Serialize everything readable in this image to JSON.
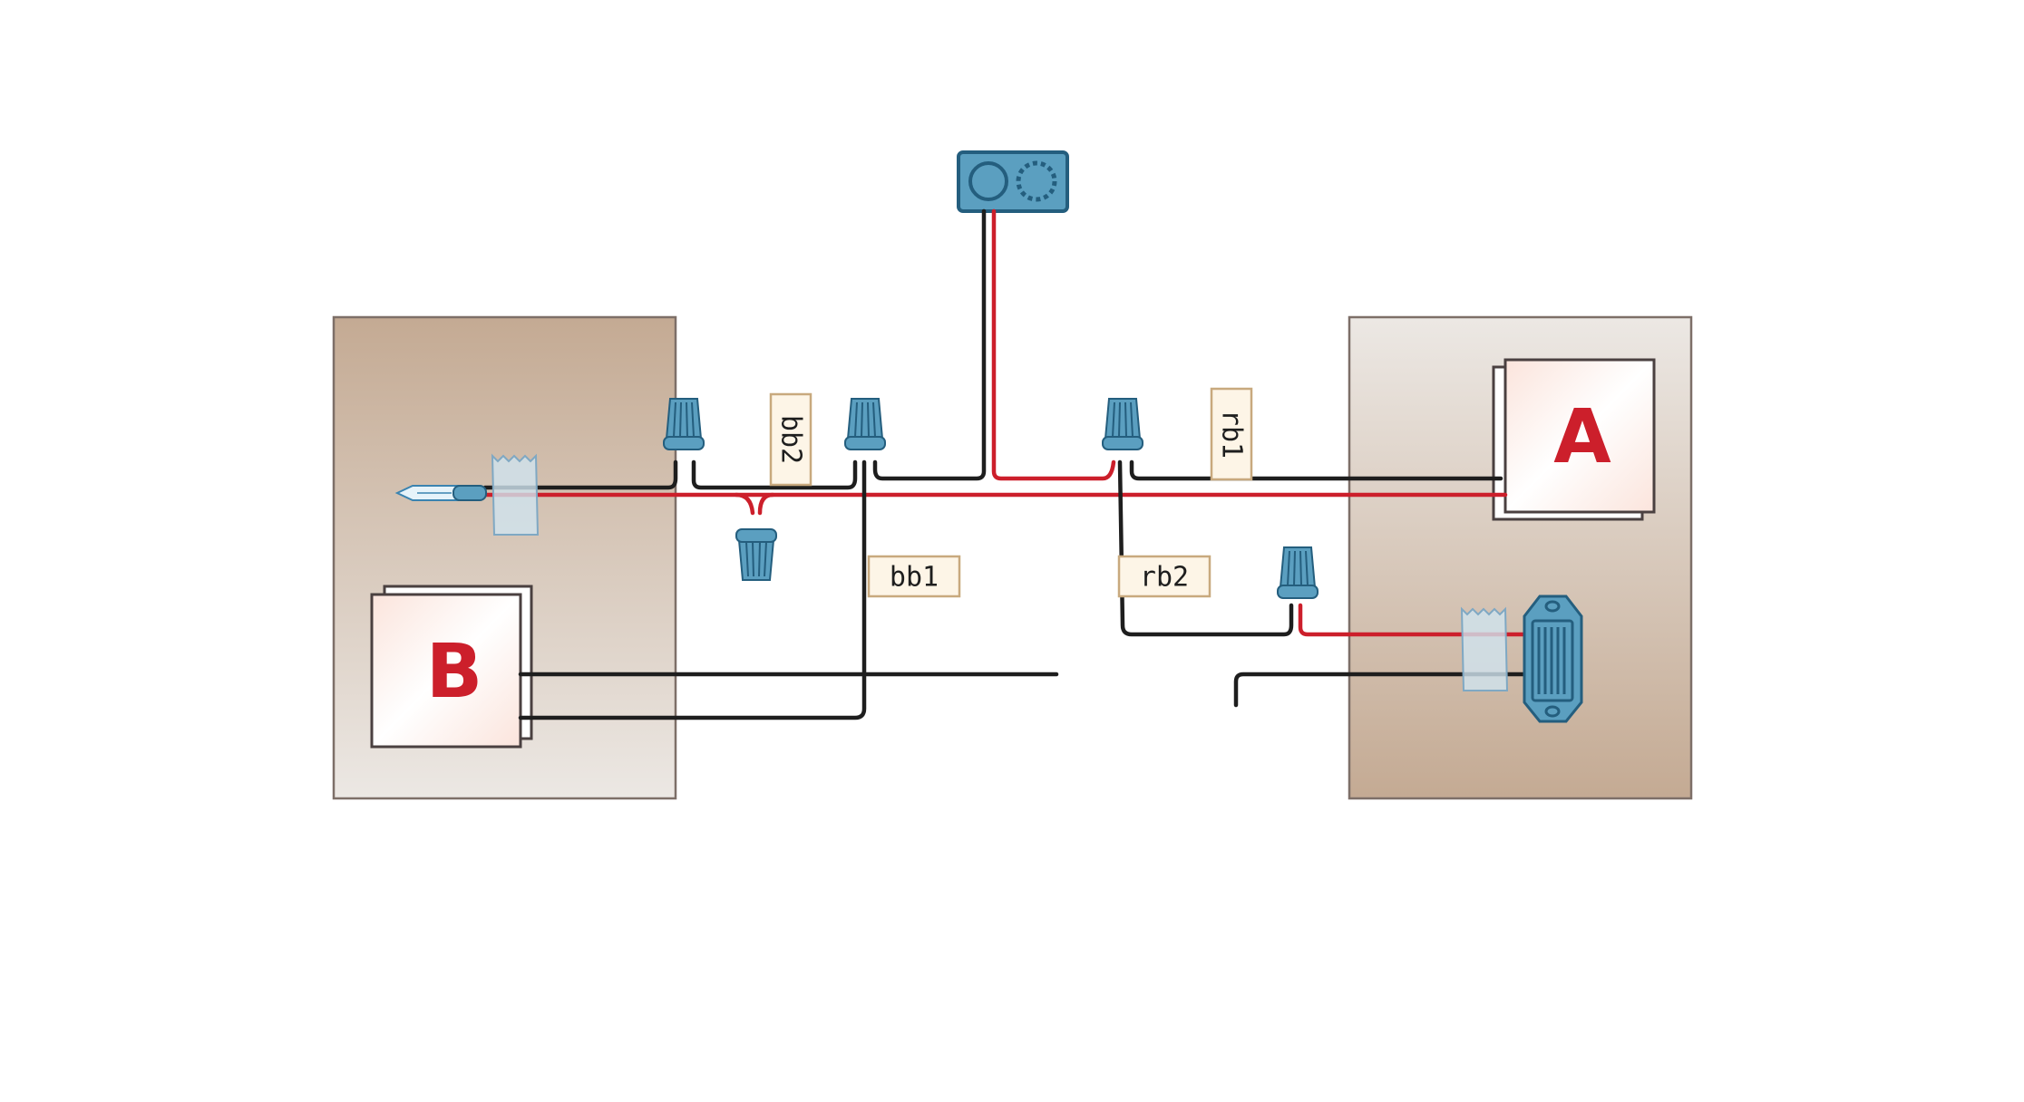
{
  "panels": {
    "left_box_label": "B",
    "right_box_label": "A"
  },
  "tags": {
    "bb2": "bb2",
    "bb1": "bb1",
    "rb1": "rb1",
    "rb2": "rb2"
  },
  "colors": {
    "red_wire": "#cc1f2b",
    "black_wire": "#1e1e1e",
    "connector": "#5b9fc0",
    "connector_dark": "#245e7e",
    "tag_fill": "#fdf5e7",
    "tag_border": "#c8a97e",
    "panel_tan": "#c4aa93",
    "panel_light": "#ece8e4",
    "box_label": "#cc1f2b"
  },
  "icons": {
    "thermostat": "thermostat-icon",
    "wire_nut": "wire-nut-icon",
    "tester": "voltage-tester-icon",
    "tape": "tape-icon",
    "wall_plate": "wall-plate-icon"
  }
}
